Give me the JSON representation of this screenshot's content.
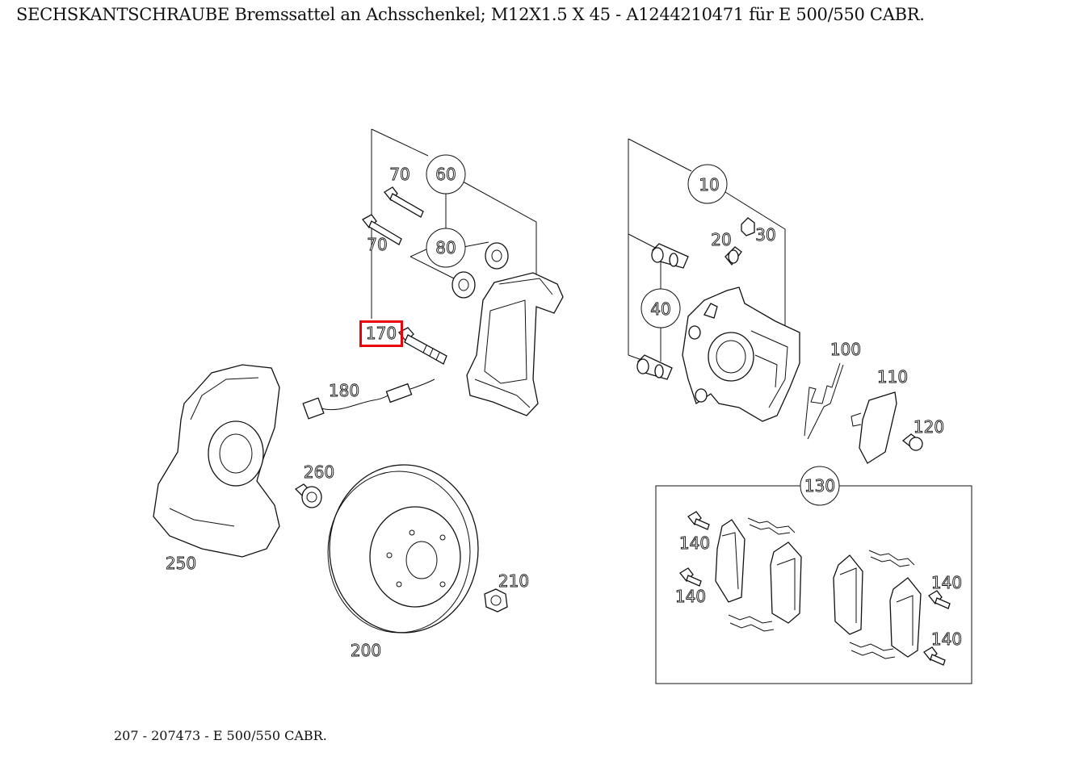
{
  "page": {
    "title": "SECHSKANTSCHRAUBE Bremssattel an Achsschenkel; M12X1.5 X 45 - A1244210471 für E 500/550 CABR.",
    "footer": "207 - 207473 - E 500/550 CABR.",
    "highlight_color": "#e8000b"
  },
  "callouts": {
    "c60": "60",
    "c70a": "70",
    "c70b": "70",
    "c80": "80",
    "c170": "170",
    "c180": "180",
    "c10": "10",
    "c20": "20",
    "c30": "30",
    "c40": "40",
    "c100": "100",
    "c110": "110",
    "c120": "120",
    "c130": "130",
    "c140a": "140",
    "c140b": "140",
    "c140c": "140",
    "c140d": "140",
    "c250": "250",
    "c260": "260",
    "c200": "200",
    "c210": "210"
  }
}
